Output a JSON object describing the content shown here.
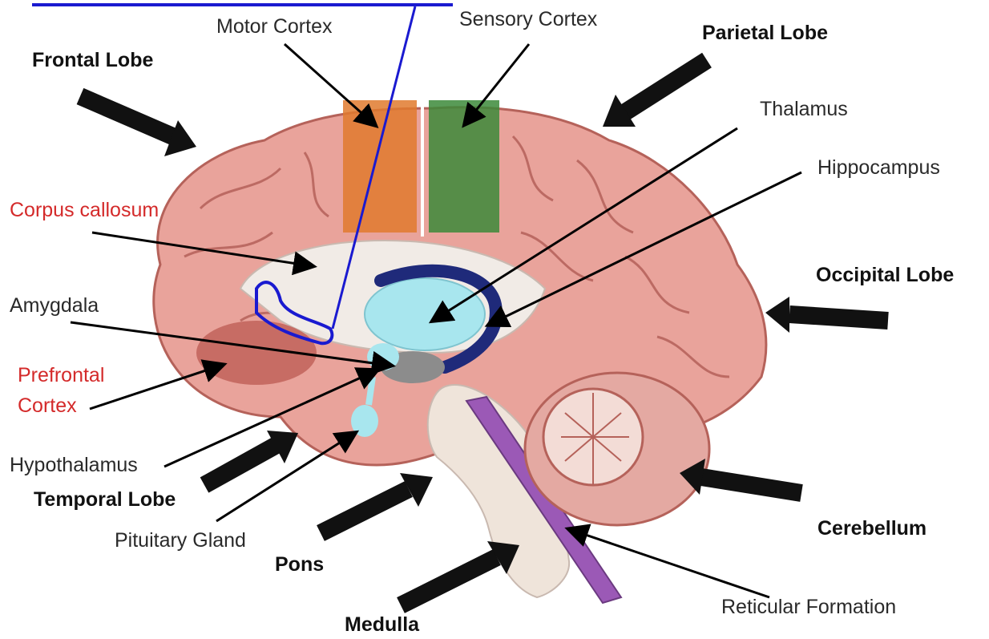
{
  "diagram": {
    "labels": {
      "motor_cortex": "Motor Cortex",
      "sensory_cortex": "Sensory Cortex",
      "parietal_lobe": "Parietal Lobe",
      "frontal_lobe": "Frontal Lobe",
      "thalamus": "Thalamus",
      "hippocampus": "Hippocampus",
      "corpus_callosum": "Corpus callosum",
      "occipital_lobe": "Occipital Lobe",
      "amygdala": "Amygdala",
      "prefrontal_line1": "Prefrontal",
      "prefrontal_line2": "Cortex",
      "hypothalamus": "Hypothalamus",
      "temporal_lobe": "Temporal Lobe",
      "pituitary_gland": "Pituitary Gland",
      "pons": "Pons",
      "cerebellum": "Cerebellum",
      "reticular_formation": "Reticular Formation",
      "medulla": "Medulla"
    },
    "colors": {
      "label_red": "#d42a2a",
      "motor_cortex_highlight": "#e07a2e",
      "sensory_cortex_highlight": "#3c8a3a",
      "limbic_blue": "#1a1ad0",
      "thalamus_fill": "#a8e6ee",
      "hippocampus_arc": "#1f2a7a",
      "reticular_purple": "#9b59b6",
      "brain_pink": "#e9a39b"
    }
  }
}
